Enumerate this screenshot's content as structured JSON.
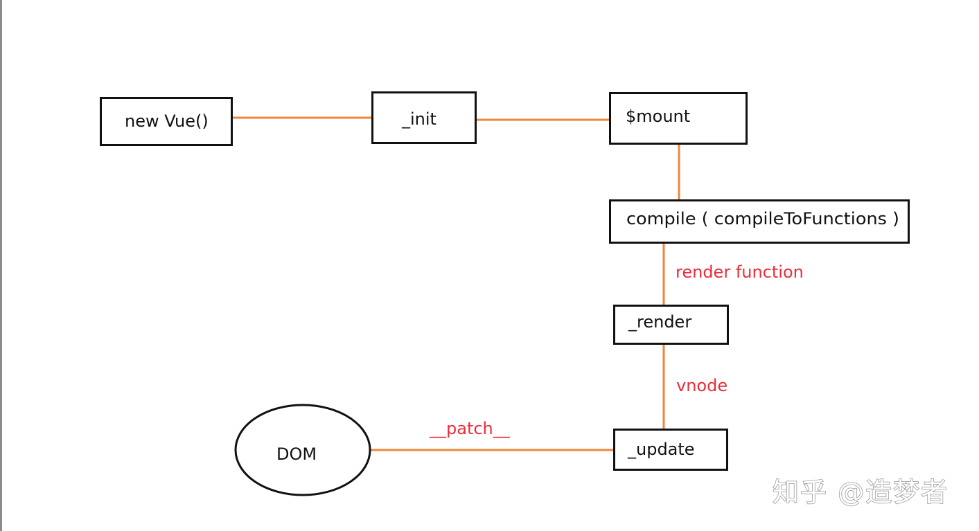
{
  "nodes": {
    "new_vue": "new Vue()",
    "init": "_init",
    "mount": "$mount",
    "compile": "compile ( compileToFunctions )",
    "render": "_render",
    "update": "_update",
    "dom": "DOM"
  },
  "edges": {
    "render_function": "render function",
    "vnode": "vnode",
    "patch": "__patch__"
  },
  "watermark": {
    "text": "知乎 @造梦者"
  },
  "colors": {
    "connector": "#f0863a",
    "edge_label": "#ee2b3b",
    "node_border": "#111111",
    "node_text": "#111111",
    "left_border": "#8c8c8c"
  }
}
